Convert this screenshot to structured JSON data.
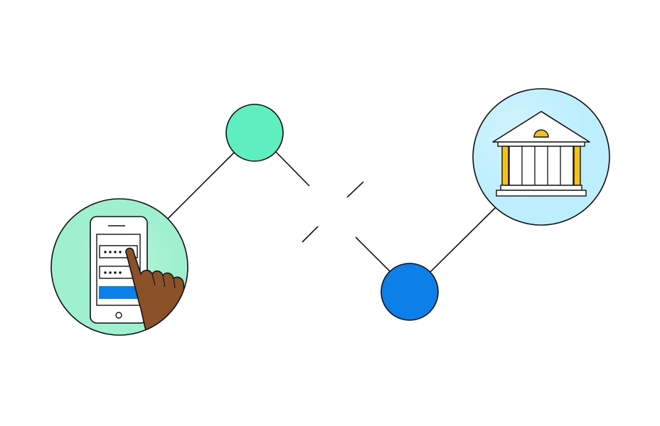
{
  "diagram": {
    "nodes": [
      {
        "id": "phone-login",
        "icon": "phone-login-icon",
        "fill": "#9ef0cf"
      },
      {
        "id": "green-dot",
        "icon": "green-node-icon",
        "fill": "#5eeec0"
      },
      {
        "id": "blue-dot",
        "icon": "blue-node-icon",
        "fill": "#0c7fe9"
      },
      {
        "id": "bank",
        "icon": "bank-icon",
        "fill": "#bdeefd"
      }
    ],
    "colors": {
      "outline": "#111111",
      "accent_blue": "#0c7fe9",
      "accent_green": "#5eeec0",
      "accent_yellow": "#f3c21b",
      "hand_brown": "#8b5128",
      "phone_bg": "#ffffff",
      "bank_bg": "#bdeefd"
    }
  }
}
